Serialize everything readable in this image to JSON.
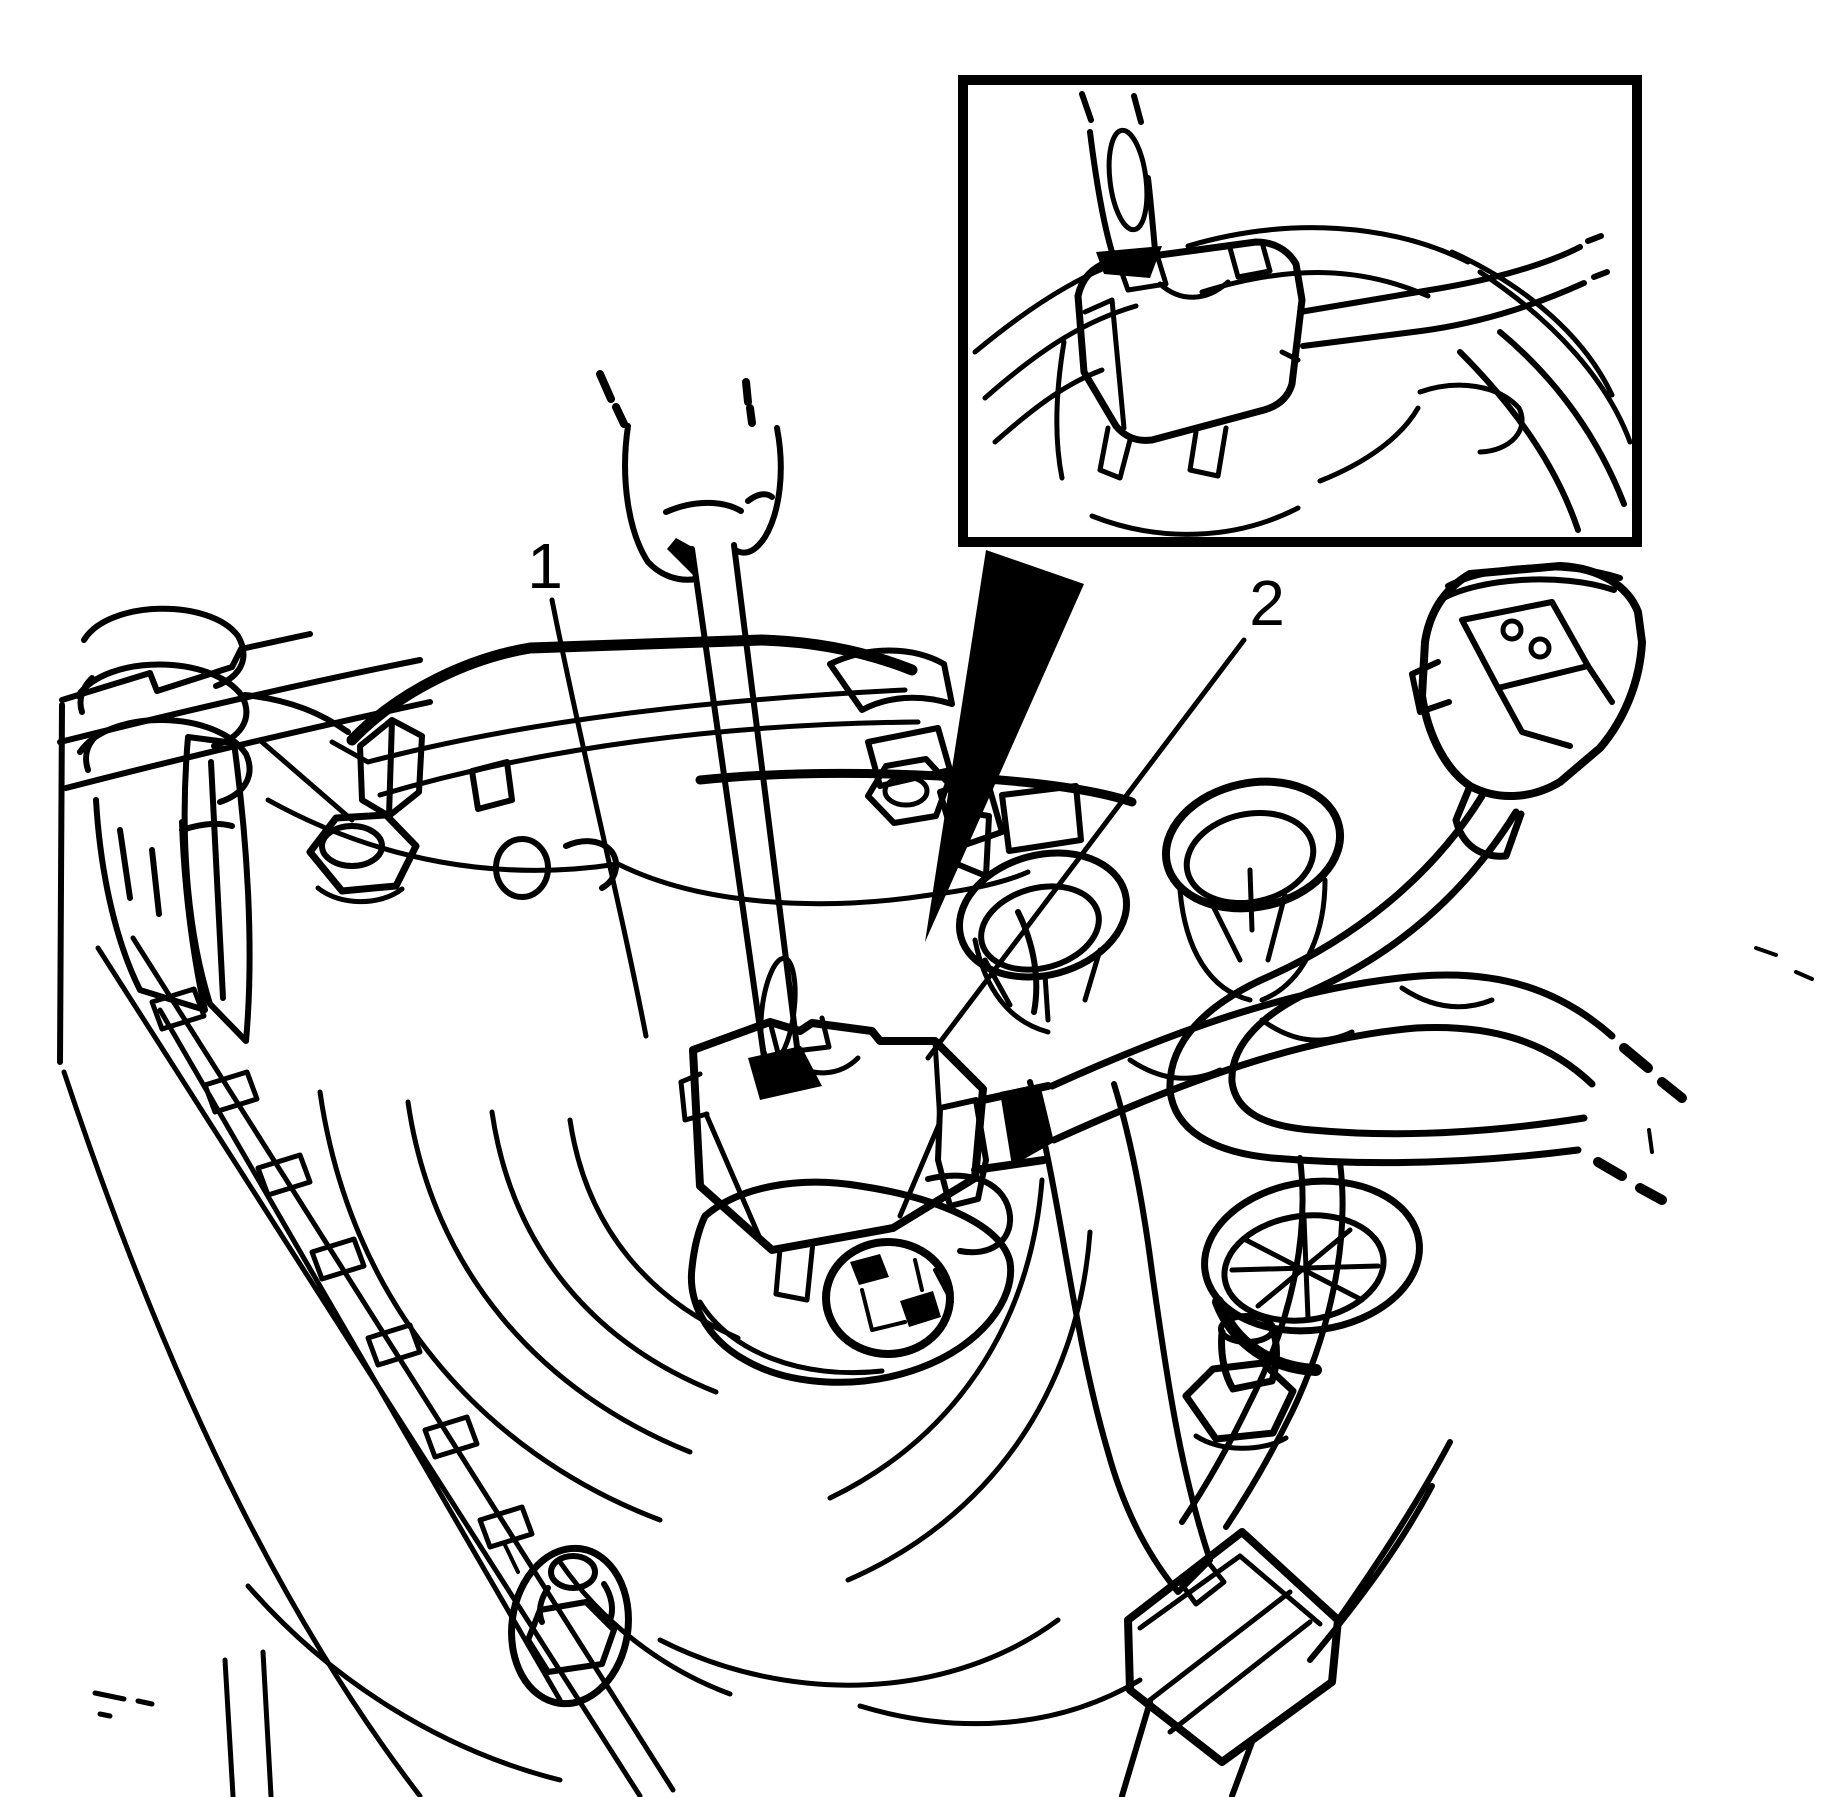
{
  "figure": {
    "kind": "vehicle-service-line-illustration",
    "background_color": "#ffffff",
    "line_color": "#000000",
    "callouts": [
      {
        "label": "1"
      },
      {
        "label": "2"
      }
    ],
    "depicted": {
      "tool": "flat-blade-screwdriver",
      "part_a": "electrical-connector",
      "part_b": "wiring-harness",
      "view": "inset-detail-of-connector-release"
    }
  }
}
